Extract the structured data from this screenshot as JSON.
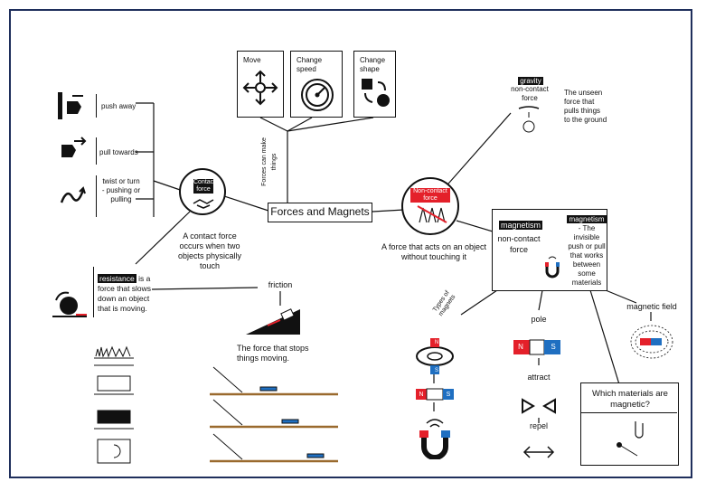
{
  "title": "Forces and Magnets",
  "forces_can": {
    "label": "Forces can make things",
    "items": [
      {
        "label": "Move",
        "icon": "move-arrows-icon"
      },
      {
        "label": "Change speed",
        "icon": "speedometer-icon"
      },
      {
        "label": "Change shape",
        "icon": "shape-change-icon"
      }
    ]
  },
  "contact_force": {
    "label": "Contact force",
    "description": "A contact force occurs when two objects physically touch",
    "actions": [
      {
        "label": "push away",
        "icon": "push-hand-icon"
      },
      {
        "label": "pull towards",
        "icon": "pull-hand-icon"
      },
      {
        "label": "twist or turn - pushing or pulling",
        "icon": "twist-arrow-icon"
      }
    ]
  },
  "resistance": {
    "term": "resistance",
    "text": "is a force that slows down an object that is moving."
  },
  "friction": {
    "label": "friction",
    "text": "The force that stops things moving."
  },
  "non_contact_force": {
    "label": "Non-contact force",
    "description": "A force that acts on an object without touching it"
  },
  "gravity": {
    "term": "gravity",
    "subtitle": "non-contact force",
    "text": "The unseen force that pulls things to the ground"
  },
  "magnetism": {
    "term": "magnetism",
    "subtitle": "non-contact force",
    "definition_term": "magnetism",
    "definition": "- The invisible push or pull that works between some materials"
  },
  "types_of_magnets": "Types of magnets",
  "pole": "pole",
  "attract": "attract",
  "repel": "repel",
  "magnetic_field": "magnetic field",
  "which_materials": "Which materials are magnetic?",
  "magnet_letters": {
    "n": "N",
    "s": "S"
  },
  "colors": {
    "red": "#e4202a",
    "blue": "#1f6fc1",
    "frame": "#1f2f5c"
  }
}
